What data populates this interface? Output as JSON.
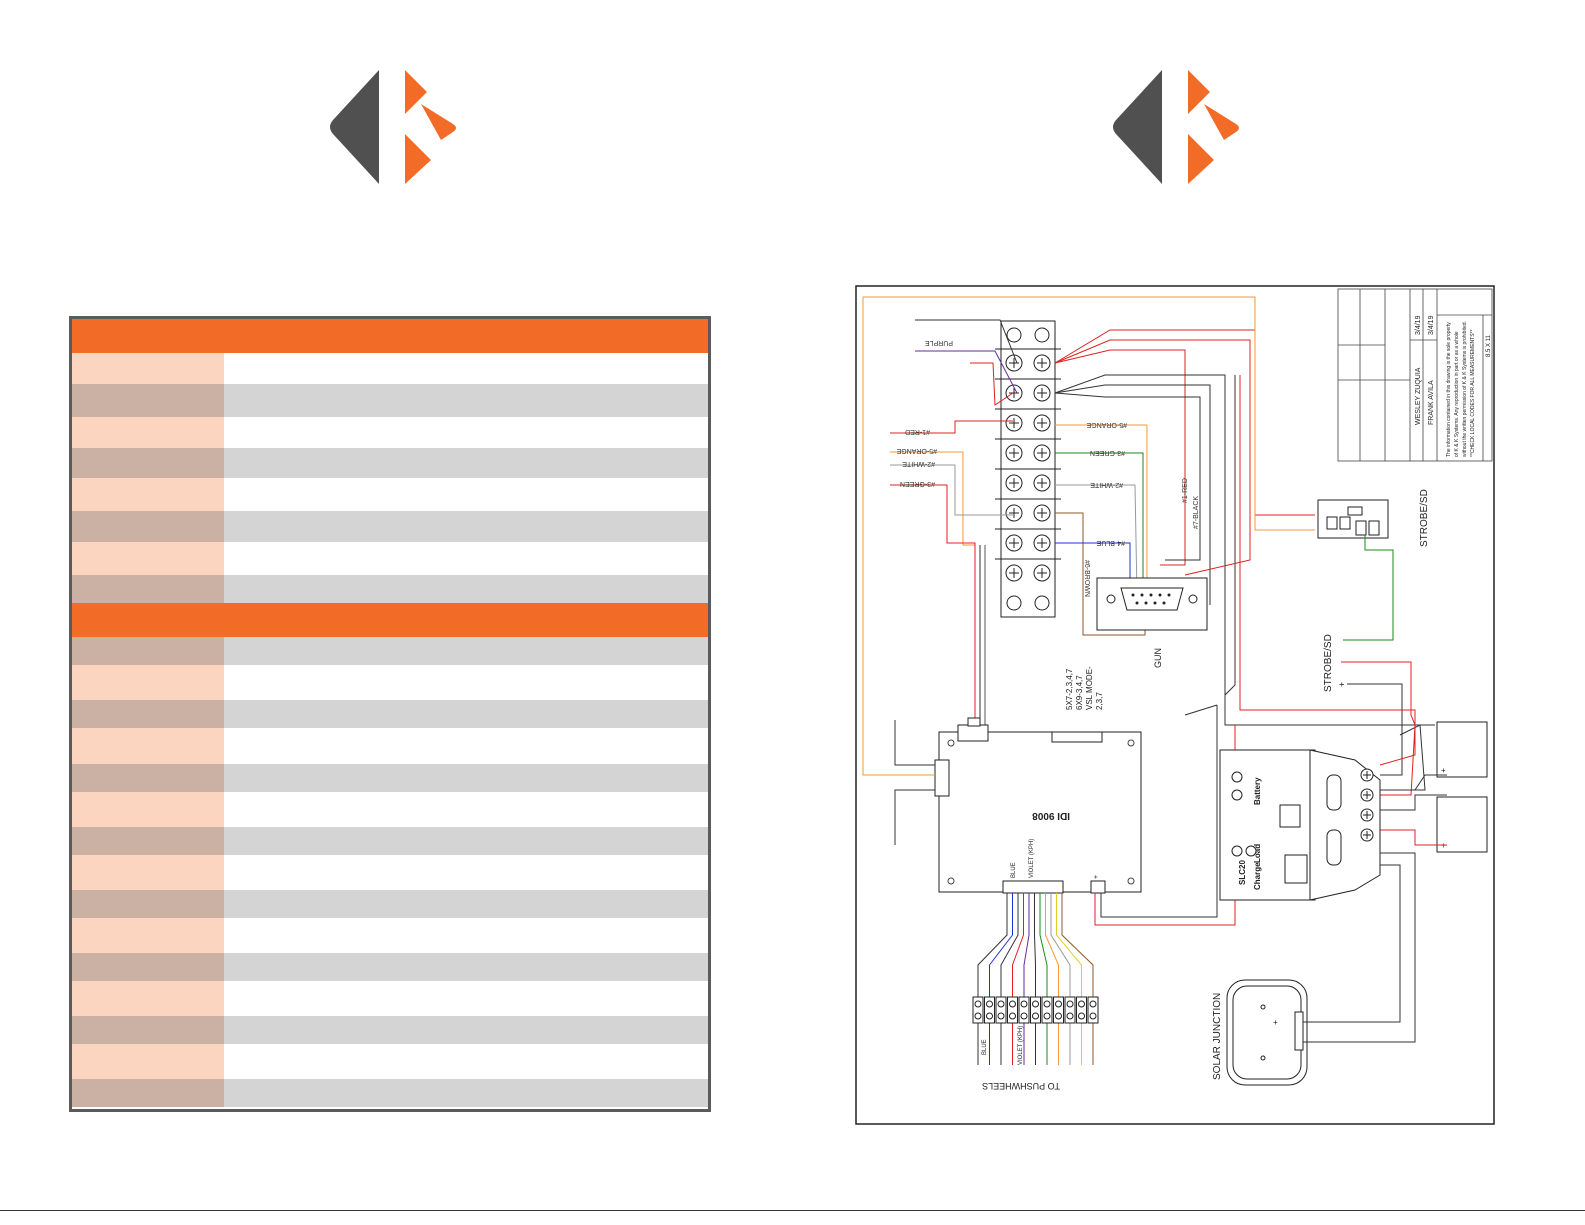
{
  "logo": {
    "icon": "kk-logo-icon",
    "colors": {
      "dark": "#505050",
      "accent": "#f26c27"
    }
  },
  "table": {
    "colors": {
      "header": "#f26c27",
      "key_light": "#fcd5c0",
      "key_dark": "#cbb0a4",
      "row_alt": "#d4d4d4",
      "border": "#5b5b5b"
    },
    "sections": [
      {
        "header": "",
        "rows": 8
      },
      {
        "header": "",
        "rows": 15
      }
    ]
  },
  "diagram": {
    "labels": {
      "purple": "PURPLE",
      "red_left": "#1-RED",
      "orange_left": "#5-ORANGE",
      "white_left": "#2-WHITE",
      "green_left": "#3-GREEN",
      "orange_right": "#5-ORANGE",
      "green_right": "#3-GREEN",
      "white_right": "#2-WHITE",
      "blue_right": "#4-BLUE",
      "brown": "#6-BROWN",
      "red_right": "#1-RED",
      "black_right": "#7-BLACK",
      "gun": "GUN",
      "mode1": "5X7-2,3,4,7",
      "mode2": "6X9-3,4,7",
      "mode3": "VSL MODE-",
      "mode4": "2,3,7",
      "controller": "IDI 9008",
      "strobe_sd_top": "STROBE/SD",
      "strobe_sd_mid": "STROBE/SD",
      "plus": "+",
      "charge": "Charge",
      "load": "Load",
      "battery": "Battery",
      "slc": "SLC20",
      "blue_bottom": "BLUE",
      "violet_bottom": "VIOLET (KPH)",
      "blue_top": "BLUE",
      "violet_top": "VIOLET (KPH)",
      "pushwheels": "TO PUSHWHEELS",
      "solar": "SOLAR JUNCTION",
      "drawn_by": "WESLEY ZUQUIA",
      "checked_by": "FRANK AVILA",
      "date1": "3/4/19",
      "date2": "3/4/19",
      "note1": "The information contained in this drawing is the sole property",
      "note2": "of K & K Systems. Any reproduction in part or as a whole",
      "note3": "without the written permission of K & K Systems is prohibited.",
      "note4": "**CHECK LOCAL CODES FOR ALL MEASUREMENTS**",
      "size": "8.5 X 11"
    }
  }
}
